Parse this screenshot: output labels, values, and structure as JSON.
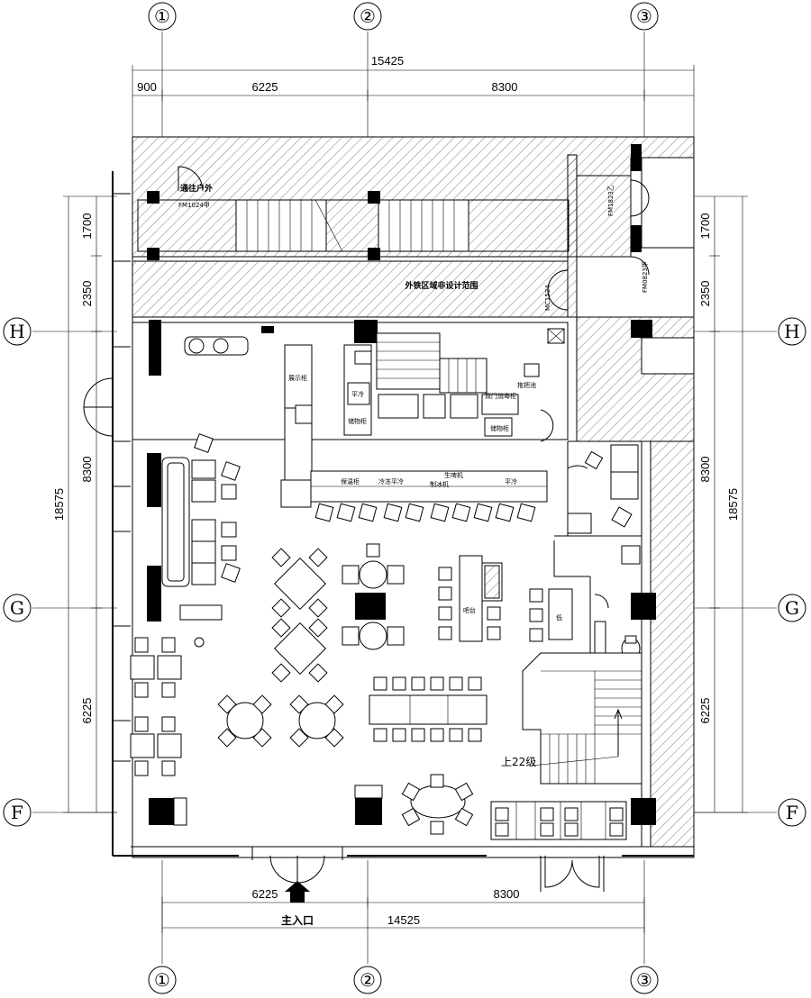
{
  "grid_axes": {
    "columns": [
      "①",
      "②",
      "③"
    ],
    "rows": [
      "H",
      "G",
      "F"
    ]
  },
  "dimensions": {
    "top_total": "15425",
    "top_segments": [
      "900",
      "6225",
      "8300"
    ],
    "bottom_segments": [
      "6225",
      "8300"
    ],
    "bottom_total": "14525",
    "left_total": "18575",
    "left_segments": [
      "1700",
      "2350",
      "8300",
      "6225"
    ],
    "right_total": "18575",
    "right_segments": [
      "1700",
      "2350",
      "8300",
      "6225"
    ]
  },
  "labels": {
    "exit_door": "通往户外",
    "door_fm1024": "FM1024甲",
    "door_fm1823": "FM1823乙",
    "door_fm0823": "FM0823甲",
    "door_mc1524": "MC1524",
    "excluded_zone": "外铁区域非设计范围",
    "fridge_label": "展示柜",
    "cold_1": "平冷",
    "flat_cold_1": "平冷",
    "double_door_cabinet": "双门消毒柜",
    "mop_pool": "拖把池",
    "storage": "储物柜",
    "counter_1": "保温柜",
    "counter_2": "冷冻平冷",
    "counter_3": "制冰机",
    "counter_4": "生啤机",
    "counter_5": "平冷",
    "bar_label": "吧台",
    "bar_label_2": "低",
    "stair_up": "上22级",
    "main_entrance": "主入口"
  },
  "colors": {
    "line": "#000000",
    "background": "#ffffff",
    "hatch": "#000000"
  }
}
